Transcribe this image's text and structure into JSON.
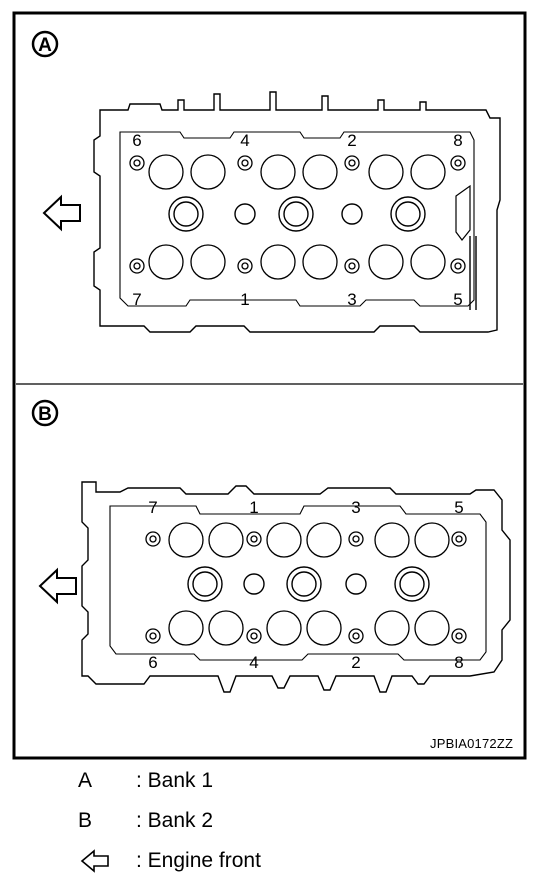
{
  "panels": [
    {
      "id": "A",
      "badge": "A",
      "top_labels": [
        "6",
        "4",
        "2",
        "8"
      ],
      "bottom_labels": [
        "7",
        "1",
        "3",
        "5"
      ]
    },
    {
      "id": "B",
      "badge": "B",
      "top_labels": [
        "7",
        "1",
        "3",
        "5"
      ],
      "bottom_labels": [
        "6",
        "4",
        "2",
        "8"
      ]
    }
  ],
  "ref_code": "JPBIA0172ZZ",
  "legend": [
    {
      "key": "A",
      "text": ": Bank 1"
    },
    {
      "key": "B",
      "text": ": Bank 2"
    },
    {
      "icon": "left-arrow-icon",
      "text": ": Engine front"
    }
  ]
}
